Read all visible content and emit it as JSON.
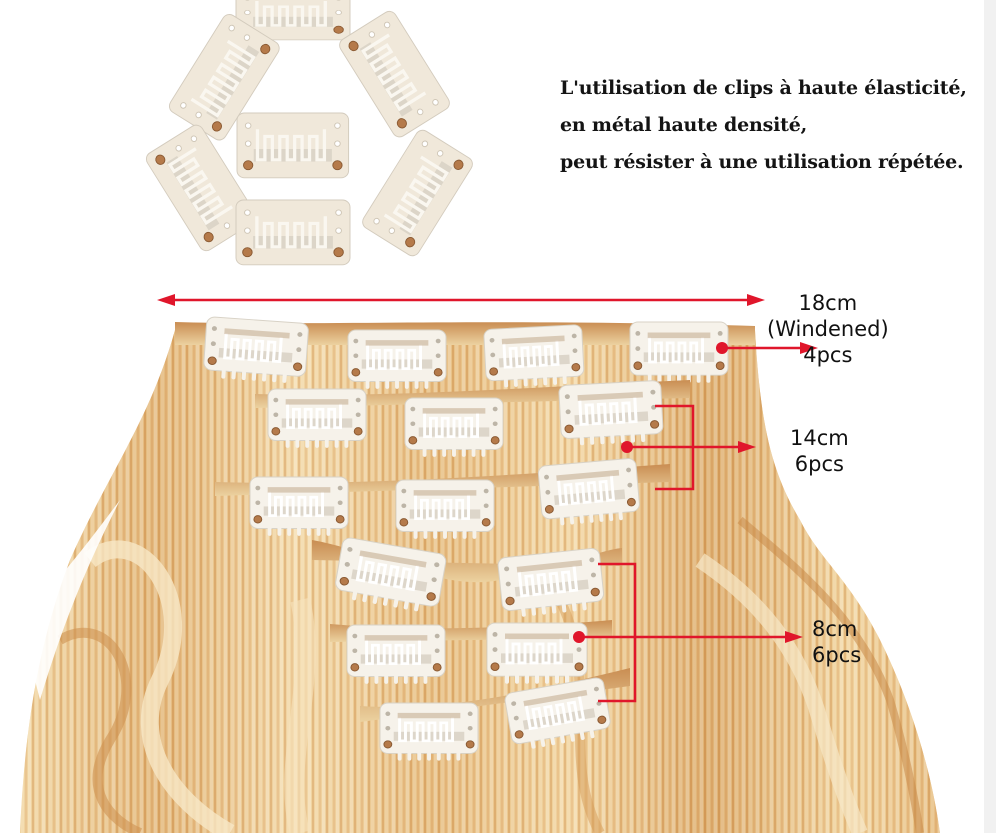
{
  "caption": {
    "lines": [
      "L'utilisation de clips à haute élasticité,",
      "en métal haute densité,",
      "peut résister à une utilisation répétée."
    ]
  },
  "measurements": [
    {
      "size": "18cm",
      "note": "(Windened)",
      "count": "4pcs",
      "clips_per_piece": 4
    },
    {
      "size": "14cm",
      "count": "6pcs",
      "clips_per_piece": 3
    },
    {
      "size": "8cm",
      "count": "6pcs",
      "clips_per_piece": 2
    }
  ],
  "colors": {
    "accent_red": "#e0162b",
    "hair_light": "#f2d9a8",
    "hair_mid": "#e3b376",
    "hair_dark": "#c98a48",
    "clip_body": "#f4efe6",
    "clip_rivet": "#b57a4a",
    "side_strip": "#f1f1f1"
  },
  "icons": {
    "clip_cluster": "hair-clip-icon",
    "width_arrow": "double-arrow-icon",
    "pointer_arrow": "arrow-right-icon"
  }
}
